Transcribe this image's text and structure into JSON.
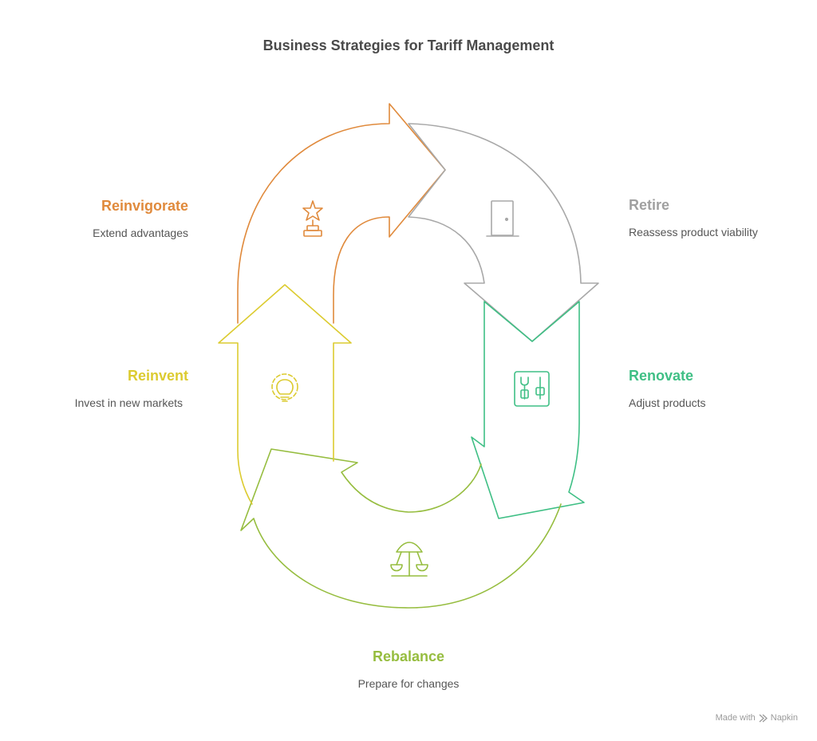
{
  "title": "Business Strategies for Tariff Management",
  "colors": {
    "reinvigorate": "#e08a3c",
    "retire": "#a0a0a0",
    "renovate": "#3fbf85",
    "rebalance": "#96bd3f",
    "reinvent": "#dccb30"
  },
  "stages": {
    "reinvigorate": {
      "label": "Reinvigorate",
      "description": "Extend advantages",
      "icon": "trophy-icon"
    },
    "retire": {
      "label": "Retire",
      "description": "Reassess product viability",
      "icon": "door-icon"
    },
    "renovate": {
      "label": "Renovate",
      "description": "Adjust products",
      "icon": "tools-icon"
    },
    "rebalance": {
      "label": "Rebalance",
      "description": "Prepare for changes",
      "icon": "balance-scale-icon"
    },
    "reinvent": {
      "label": "Reinvent",
      "description": "Invest in new markets",
      "icon": "gear-lightbulb-icon"
    }
  },
  "footer": {
    "prefix": "Made with",
    "brand": "Napkin"
  }
}
